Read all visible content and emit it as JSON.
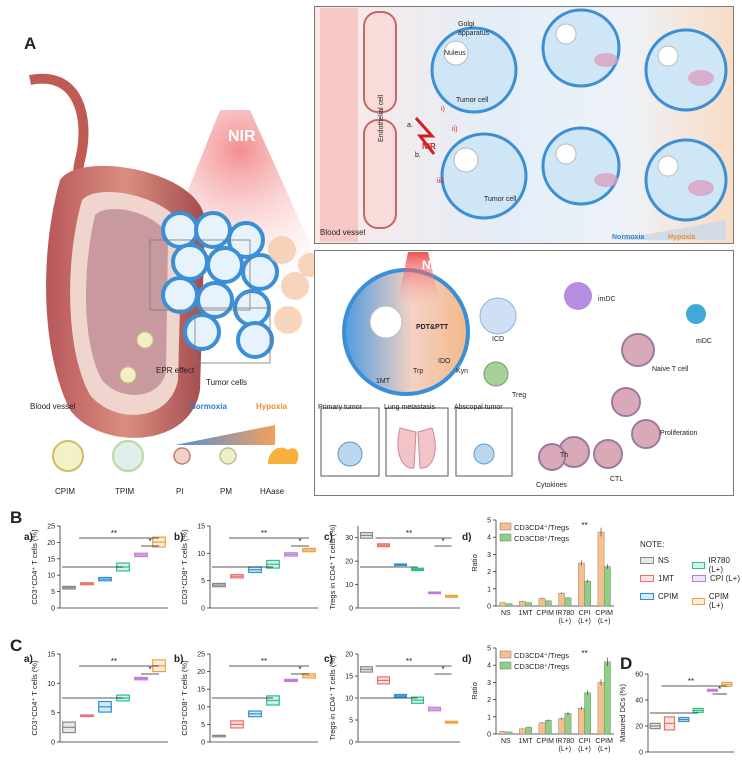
{
  "panel_labels": {
    "A": "A",
    "B": "B",
    "C": "C",
    "D": "D"
  },
  "subpanel_labels": {
    "a": "a)",
    "b": "b)",
    "c": "c)",
    "d": "d)"
  },
  "scheme_A": {
    "nir": "NIR",
    "epr": "EPR effect",
    "tumor_cells": "Tumor cells",
    "blood_vessel": "Blood vessel",
    "normoxia": "Normoxia",
    "hypoxia": "Hypoxia",
    "legend": [
      "CPIM",
      "TPIM",
      "PI",
      "PM",
      "HAase"
    ],
    "top_box": {
      "golgi": "Golgi apparatus",
      "nucleus": "Nuleus",
      "tumor_cell_1": "Tumor cell",
      "tumor_cell_2": "Tumor cell",
      "endothelial": "Endothelial cell",
      "nir": "NIR",
      "blood_vessel": "Blood vessel",
      "normoxia": "Normoxia",
      "hypoxia": "Hypoxia",
      "marks": [
        "a.",
        "b.",
        "i)",
        "ii)",
        "iii)"
      ]
    },
    "bottom_box": {
      "nir": "NIR",
      "pdt": "PDT&PTT",
      "ido_line": [
        "Trp",
        "IDO",
        "Kyn"
      ],
      "onemt": "1MT",
      "icd": "ICD",
      "imdc": "imDC",
      "mdc": "mDC",
      "naive": "Naive T cell",
      "proliferation": "Proliferation",
      "treg": "Treg",
      "th": "Th",
      "ctl": "CTL",
      "cytokines": "Cytokines",
      "primary": "Primary tumor",
      "lung": "Lung metastasis",
      "abscopal": "Abscopal tumor"
    }
  },
  "note": {
    "title": "NOTE:",
    "items": [
      {
        "label": "NS",
        "color": "#888888"
      },
      {
        "label": "IR780 (L+)",
        "color": "#2bbf8a"
      },
      {
        "label": "1MT",
        "color": "#e8726a"
      },
      {
        "label": "CPI (L+)",
        "color": "#c07ad8"
      },
      {
        "label": "CPIM",
        "color": "#2f8fd6"
      },
      {
        "label": "CPIM (L+)",
        "color": "#f0a040"
      }
    ]
  },
  "sig": {
    "double": "**",
    "single": "*"
  },
  "chart_data": [
    {
      "id": "Ba",
      "type": "box",
      "ylabel": "CD3⁺CD4⁺ T cells (%)",
      "ylim": [
        0,
        25
      ],
      "ticks": [
        0,
        5,
        10,
        15,
        20,
        25
      ],
      "groups": [
        "NS",
        "1MT",
        "CPIM",
        "IR780 (L+)",
        "CPI (L+)",
        "CPIM (L+)"
      ],
      "values": [
        6.2,
        7.4,
        8.8,
        12.5,
        16.2,
        20.1
      ],
      "spread": [
        0.4,
        0.3,
        0.5,
        1.2,
        0.5,
        1.5
      ]
    },
    {
      "id": "Bb",
      "type": "box",
      "ylabel": "CD3⁺CD8⁺ T cells (%)",
      "ylim": [
        0,
        15
      ],
      "ticks": [
        0,
        5,
        10,
        15
      ],
      "groups": [
        "NS",
        "1MT",
        "CPIM",
        "IR780 (L+)",
        "CPI (L+)",
        "CPIM (L+)"
      ],
      "values": [
        4.2,
        5.8,
        7.0,
        8.0,
        9.8,
        10.6
      ],
      "spread": [
        0.3,
        0.3,
        0.5,
        0.7,
        0.3,
        0.3
      ]
    },
    {
      "id": "Bc",
      "type": "box",
      "ylabel": "Tregs in CD4⁺ T cells (%)",
      "ylim": [
        0,
        35
      ],
      "ticks": [
        0,
        10,
        20,
        30
      ],
      "groups": [
        "NS",
        "1MT",
        "CPIM",
        "IR780 (L+)",
        "CPI (L+)",
        "CPIM (L+)"
      ],
      "values": [
        31.0,
        26.8,
        18.5,
        16.5,
        6.5,
        5.0
      ],
      "spread": [
        1.2,
        0.6,
        0.3,
        0.5,
        0.3,
        0.4
      ]
    },
    {
      "id": "Bd",
      "type": "bar",
      "ylabel": "Ratio",
      "ylim": [
        0,
        5
      ],
      "ticks": [
        0,
        1,
        2,
        3,
        4,
        5
      ],
      "categories": [
        "NS",
        "1MT",
        "CPIM",
        "IR780 (L+)",
        "CPI (L+)",
        "CPIM (L+)"
      ],
      "series": [
        {
          "name": "CD3CD4⁺/Tregs",
          "values": [
            0.2,
            0.28,
            0.45,
            0.75,
            2.5,
            4.3
          ],
          "color": "#f7c08a"
        },
        {
          "name": "CD3CD8⁺/Tregs",
          "values": [
            0.14,
            0.2,
            0.3,
            0.48,
            1.45,
            2.3
          ],
          "color": "#8fcf84"
        }
      ]
    },
    {
      "id": "Ca",
      "type": "box",
      "ylabel": "CD3⁺CD4⁺ T cells (%)",
      "ylim": [
        0,
        15
      ],
      "ticks": [
        0,
        5,
        10,
        15
      ],
      "groups": [
        "NS",
        "1MT",
        "CPIM",
        "IR780 (L+)",
        "CPI (L+)",
        "CPIM (L+)"
      ],
      "values": [
        2.5,
        4.5,
        6.0,
        7.5,
        10.8,
        13.0
      ],
      "spread": [
        0.9,
        0.1,
        0.9,
        0.5,
        0.2,
        1.0
      ]
    },
    {
      "id": "Cb",
      "type": "box",
      "ylabel": "CD3⁺CD8⁺ T cells (%)",
      "ylim": [
        0,
        25
      ],
      "ticks": [
        0,
        5,
        10,
        15,
        20,
        25
      ],
      "groups": [
        "NS",
        "1MT",
        "CPIM",
        "IR780 (L+)",
        "CPI (L+)",
        "CPIM (L+)"
      ],
      "values": [
        1.8,
        5.0,
        8.0,
        11.8,
        17.5,
        18.8
      ],
      "spread": [
        0.1,
        1.0,
        0.8,
        1.3,
        0.3,
        0.6
      ]
    },
    {
      "id": "Cc",
      "type": "box",
      "ylabel": "Tregs in CD4⁺ T cells (%)",
      "ylim": [
        0,
        20
      ],
      "ticks": [
        0,
        5,
        10,
        15,
        20
      ],
      "groups": [
        "NS",
        "1MT",
        "CPIM",
        "IR780 (L+)",
        "CPI (L+)",
        "CPIM (L+)"
      ],
      "values": [
        16.5,
        14.0,
        10.5,
        9.5,
        7.5,
        4.5
      ],
      "spread": [
        0.6,
        0.8,
        0.3,
        0.7,
        0.4,
        0.2
      ]
    },
    {
      "id": "Cd",
      "type": "bar",
      "ylabel": "Ratio",
      "ylim": [
        0,
        5
      ],
      "ticks": [
        0,
        1,
        2,
        3,
        4,
        5
      ],
      "categories": [
        "NS",
        "1MT",
        "CPIM",
        "IR780 (L+)",
        "CPI (L+)",
        "CPIM (L+)"
      ],
      "series": [
        {
          "name": "CD3CD4⁺/Tregs",
          "values": [
            0.15,
            0.3,
            0.65,
            0.9,
            1.5,
            3.0
          ],
          "color": "#f7c08a"
        },
        {
          "name": "CD3CD8⁺/Tregs",
          "values": [
            0.12,
            0.4,
            0.8,
            1.2,
            2.4,
            4.2
          ],
          "color": "#8fcf84"
        }
      ]
    },
    {
      "id": "D",
      "type": "box",
      "ylabel": "Matured DCs (%)",
      "ylim": [
        0,
        60
      ],
      "ticks": [
        0,
        20,
        40,
        60
      ],
      "groups": [
        "NS",
        "1MT",
        "CPIM",
        "IR780 (L+)",
        "CPI (L+)",
        "CPIM (L+)"
      ],
      "values": [
        20.0,
        22.0,
        25.0,
        32.0,
        47.5,
        52.0
      ],
      "spread": [
        2.0,
        5.0,
        1.5,
        1.5,
        0.7,
        1.5
      ]
    }
  ]
}
